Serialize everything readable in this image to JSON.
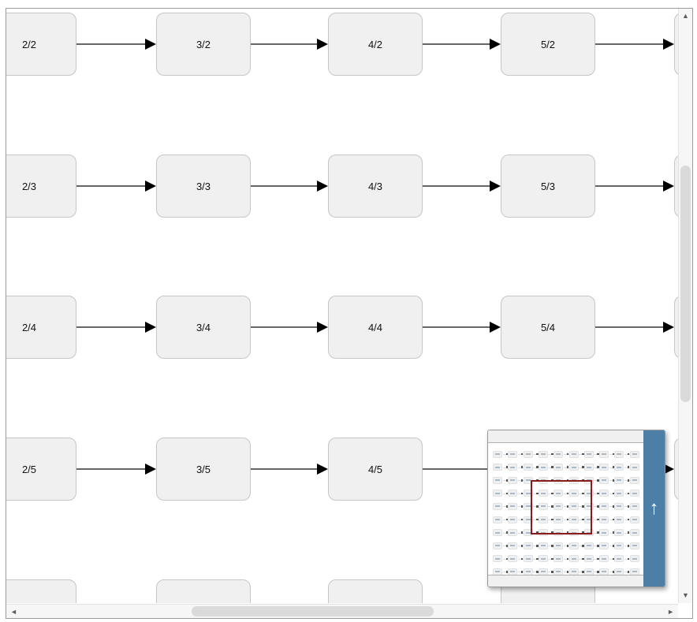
{
  "diagram": {
    "rows": [
      [
        "2/2",
        "3/2",
        "4/2",
        "5/2"
      ],
      [
        "2/3",
        "3/3",
        "4/3",
        "5/3"
      ],
      [
        "2/4",
        "3/4",
        "4/4",
        "5/4"
      ],
      [
        "2/5",
        "3/5",
        "4/5",
        ""
      ],
      [
        "",
        "",
        "",
        ""
      ]
    ]
  },
  "minimap": {
    "grid_rows": 10,
    "grid_cols": 10
  },
  "icons": {
    "scroll_up": "▲",
    "scroll_down": "▼",
    "scroll_left": "◄",
    "scroll_right": "►",
    "minimap_expand": "↑"
  },
  "colors": {
    "accent_blue": "#4D7FA6",
    "viewport_red": "#8B1A1A",
    "node_fill": "#F0F0F0",
    "node_border": "#C6C6C6",
    "arrow_line": "#666666",
    "arrow_head": "#000000"
  }
}
